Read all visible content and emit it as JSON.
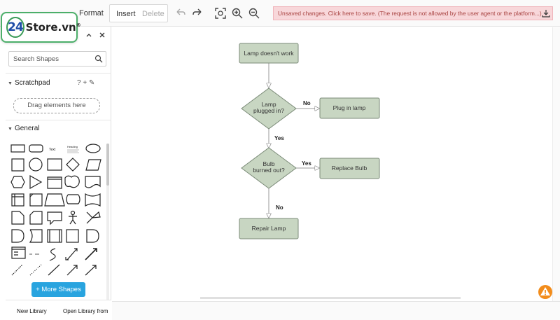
{
  "toolbar": {
    "format_label": "Format",
    "insert_label": "Insert",
    "delete_label": "Delete",
    "alert_text": "Unsaved changes. Click here to save. (The request is not allowed by the user agent or the platform...)"
  },
  "logo": {
    "number": "24",
    "name": "Store.vn",
    "mark": "®"
  },
  "panel": {
    "search_placeholder": "Search Shapes",
    "scratchpad_title": "Scratchpad",
    "scratchpad_tools": "? + ✎",
    "drag_hint": "Drag elements here",
    "general_title": "General",
    "shape_text_label": "Text",
    "shape_heading_label": "Heading",
    "more_shapes_label": "+ More Shapes",
    "new_library_label": "New Library",
    "open_library_label": "Open Library from"
  },
  "flowchart": {
    "nodes": {
      "start": "Lamp doesn't work",
      "plugged_line1": "Lamp",
      "plugged_line2": "plugged in?",
      "plug_in": "Plug in lamp",
      "bulb_line1": "Bulb",
      "bulb_line2": "burned out?",
      "replace": "Replace Bulb",
      "repair": "Repair Lamp"
    },
    "edges": {
      "no1": "No",
      "yes1": "Yes",
      "yes2": "Yes",
      "no2": "No"
    },
    "colors": {
      "fill": "#c8d6c2",
      "stroke": "#7b8b78",
      "edge": "#999999"
    }
  },
  "colors": {
    "accent": "#29a4df",
    "alert_bg": "#f8d7da",
    "alert_text": "#a94442"
  }
}
